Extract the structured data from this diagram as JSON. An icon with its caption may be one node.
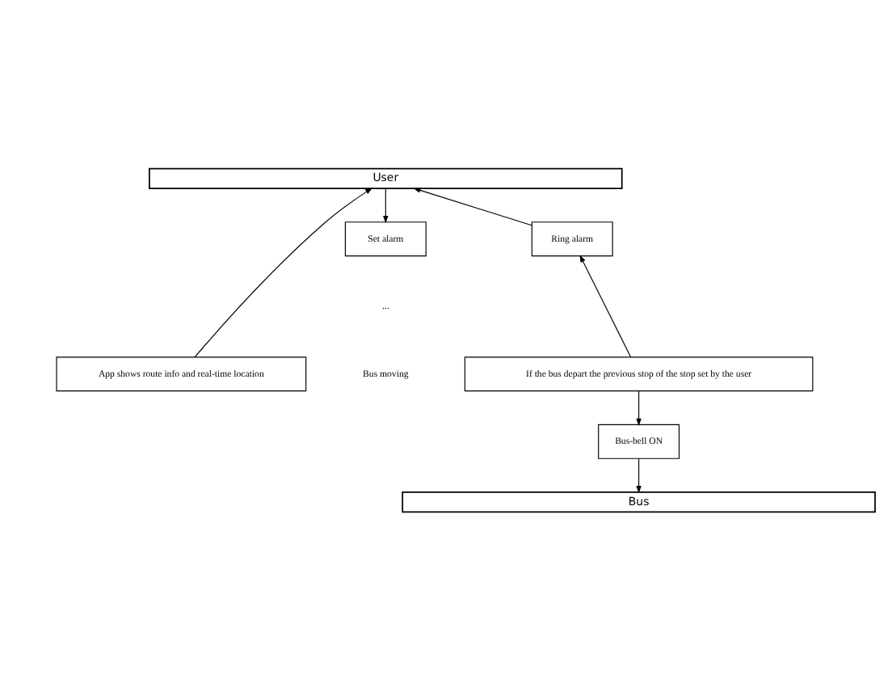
{
  "diagram": {
    "nodes": [
      {
        "text": [
          "User"
        ]
      },
      {
        "text": [
          "Set alarm"
        ]
      },
      {
        "text": [
          "Ring alarm"
        ]
      },
      {
        "text": [
          "App shows route info and real-time location"
        ]
      },
      {
        "text": [
          "If the bus depart the previous stop of the stop set by the user"
        ]
      },
      {
        "text": [
          "Bus-bell ON"
        ]
      },
      {
        "text": [
          "Bus"
        ]
      }
    ],
    "edges": [
      {
        "from": 0,
        "to": 1,
        "arrow": "to"
      },
      {
        "from": 3,
        "to": 0,
        "arrow": "to"
      },
      {
        "from": 2,
        "to": 0,
        "arrow": "to"
      },
      {
        "from": 4,
        "to": 2,
        "arrow": "to"
      },
      {
        "from": 4,
        "to": 5,
        "arrow": "to"
      },
      {
        "from": 5,
        "to": 6,
        "arrow": "to"
      }
    ],
    "labels": [
      "...",
      "Bus moving"
    ]
  }
}
